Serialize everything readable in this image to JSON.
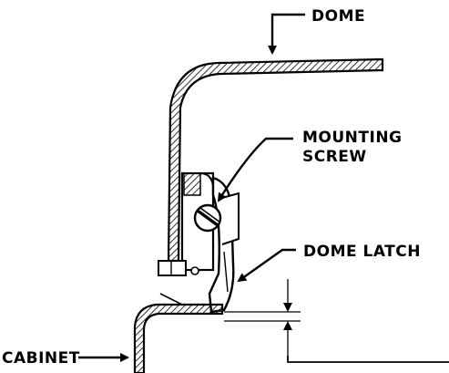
{
  "labels": {
    "dome": "DOME",
    "mounting_screw_line1": "MOUNTING",
    "mounting_screw_line2": "SCREW",
    "dome_latch": "DOME LATCH",
    "cabinet": "CABINET"
  },
  "colors": {
    "ink": "#000000",
    "paper": "#ffffff"
  }
}
